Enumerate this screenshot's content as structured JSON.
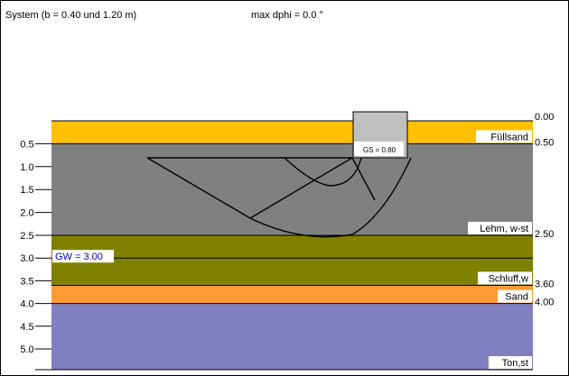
{
  "header": {
    "system": "System (b = 0.40 und 1.20 m)",
    "max_dphi": "max dphi = 0.0 °"
  },
  "depth_axis": {
    "ticks": [
      {
        "depth": 0.5,
        "label": "0.5"
      },
      {
        "depth": 1.0,
        "label": "1.0"
      },
      {
        "depth": 1.5,
        "label": "1.5"
      },
      {
        "depth": 2.0,
        "label": "2.0"
      },
      {
        "depth": 2.5,
        "label": "2.5"
      },
      {
        "depth": 3.0,
        "label": "3.0"
      },
      {
        "depth": 3.5,
        "label": "3.5"
      },
      {
        "depth": 4.0,
        "label": "4.0"
      },
      {
        "depth": 4.5,
        "label": "4.5"
      },
      {
        "depth": 5.0,
        "label": "5.0"
      }
    ]
  },
  "layers": [
    {
      "name": "Füllsand",
      "top": 0.0,
      "bottom": 0.5,
      "top_label": "0.00",
      "bottom_label": "0.50",
      "color": "#FFC000"
    },
    {
      "name": "Lehm, w-st",
      "top": 0.5,
      "bottom": 2.5,
      "bottom_label": "2.50",
      "color": "#808080"
    },
    {
      "name": "Schluff,w",
      "top": 2.5,
      "bottom": 3.6,
      "bottom_label": "3.60",
      "color": "#808000"
    },
    {
      "name": "Sand",
      "top": 3.6,
      "bottom": 4.0,
      "bottom_label": "4.00",
      "color": "#FF9933"
    },
    {
      "name": "Ton,st",
      "top": 4.0,
      "bottom": 5.5,
      "color": "#8080C0"
    }
  ],
  "groundwater": {
    "label": "GW = 3.00",
    "depth": 3.0,
    "color": "#0000CC"
  },
  "foundation": {
    "label": "GS = 0.80",
    "color": "#C0C0C0"
  }
}
